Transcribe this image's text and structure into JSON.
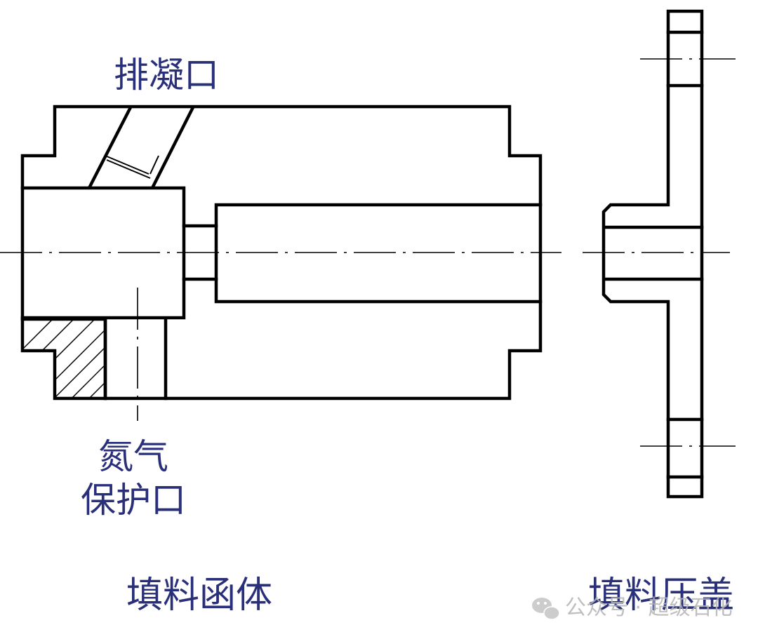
{
  "labels": {
    "drain_port": "排凝口",
    "nitrogen_line1": "氮气",
    "nitrogen_line2": "保护口",
    "stuffing_box": "填料函体",
    "gland": "填料压盖"
  },
  "watermark": {
    "text": "公众号 · 超级石化",
    "icon": "wechat-icon"
  },
  "colors": {
    "label": "#2a2f7a",
    "line": "#000000",
    "watermark": "#b5b5b5"
  }
}
